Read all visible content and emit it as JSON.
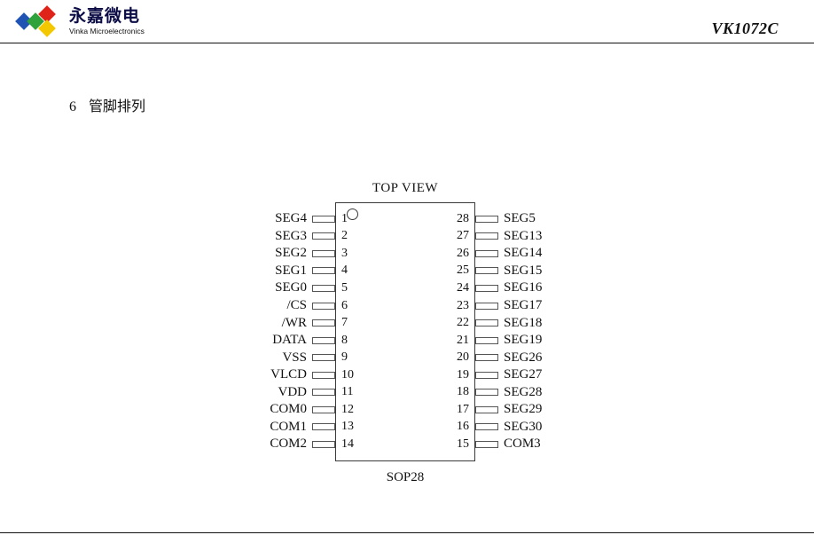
{
  "header": {
    "brand_cn": "永嘉微电",
    "brand_en": "Vinka Microelectronics",
    "doc_code": "VK1072C",
    "logo_colors": {
      "blue": "#2054b4",
      "green": "#2fa23c",
      "red": "#e02318",
      "yellow": "#f4c800"
    }
  },
  "section": {
    "number": "6",
    "title": "管脚排列"
  },
  "diagram": {
    "top_label": "TOP VIEW",
    "package_label": "SOP28",
    "pins": [
      {
        "left_label": "SEG4",
        "left_num": "1",
        "right_num": "28",
        "right_label": "SEG5"
      },
      {
        "left_label": "SEG3",
        "left_num": "2",
        "right_num": "27",
        "right_label": "SEG13"
      },
      {
        "left_label": "SEG2",
        "left_num": "3",
        "right_num": "26",
        "right_label": "SEG14"
      },
      {
        "left_label": "SEG1",
        "left_num": "4",
        "right_num": "25",
        "right_label": "SEG15"
      },
      {
        "left_label": "SEG0",
        "left_num": "5",
        "right_num": "24",
        "right_label": "SEG16"
      },
      {
        "left_label": "/CS",
        "left_num": "6",
        "right_num": "23",
        "right_label": "SEG17"
      },
      {
        "left_label": "/WR",
        "left_num": "7",
        "right_num": "22",
        "right_label": "SEG18"
      },
      {
        "left_label": "DATA",
        "left_num": "8",
        "right_num": "21",
        "right_label": "SEG19"
      },
      {
        "left_label": "VSS",
        "left_num": "9",
        "right_num": "20",
        "right_label": "SEG26"
      },
      {
        "left_label": "VLCD",
        "left_num": "10",
        "right_num": "19",
        "right_label": "SEG27"
      },
      {
        "left_label": "VDD",
        "left_num": "11",
        "right_num": "18",
        "right_label": "SEG28"
      },
      {
        "left_label": "COM0",
        "left_num": "12",
        "right_num": "17",
        "right_label": "SEG29"
      },
      {
        "left_label": "COM1",
        "left_num": "13",
        "right_num": "16",
        "right_label": "SEG30"
      },
      {
        "left_label": "COM2",
        "left_num": "14",
        "right_num": "15",
        "right_label": "COM3"
      }
    ]
  }
}
